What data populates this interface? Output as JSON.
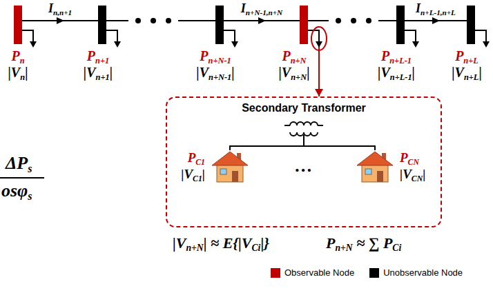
{
  "diagram": {
    "nodes": [
      {
        "text": [
          "Pn",
          "|Vn|"
        ]
      },
      {
        "text": [
          "Pn+1",
          "|Vn+1|"
        ]
      },
      {
        "text": [
          "Pn+N-1",
          "|Vn+N-1|"
        ]
      },
      {
        "text": [
          "Pn+N",
          "|Vn+N|"
        ]
      },
      {
        "text": [
          "Pn+L-1",
          "|Vn+L-1|"
        ]
      },
      {
        "text": [
          "Pn+L",
          "|Vn+L|"
        ]
      },
      {
        "text": [
          "Secondary Transformer"
        ]
      },
      {
        "text": [
          "PC1",
          "|VC1|"
        ],
        "in": 6
      },
      {
        "text": [
          "PCN",
          "|VCN|"
        ],
        "in": 6
      }
    ],
    "edges": [
      {
        "from": 0,
        "to": 1,
        "label": "In,n+1",
        "arrow": "to"
      },
      {
        "from": 1,
        "to": 2,
        "arrow": "none"
      },
      {
        "from": 2,
        "to": 3,
        "label": "In+N-1,n+N",
        "arrow": "to"
      },
      {
        "from": 3,
        "to": 4,
        "arrow": "none"
      },
      {
        "from": 4,
        "to": 5,
        "label": "In+L-1,n+L",
        "arrow": "to"
      },
      {
        "from": 3,
        "to": 6,
        "arrow": "to"
      }
    ],
    "labels": [
      "ΔPs",
      "osφs",
      "…",
      "|Vn+N| ≈ E{|VCi|}",
      "Pn+N ≈ ∑ PCi"
    ],
    "legend": [
      {
        "text": "Observable Node",
        "color": "#c00000"
      },
      {
        "text": "Unobservable Node",
        "color": "#000000"
      }
    ]
  }
}
